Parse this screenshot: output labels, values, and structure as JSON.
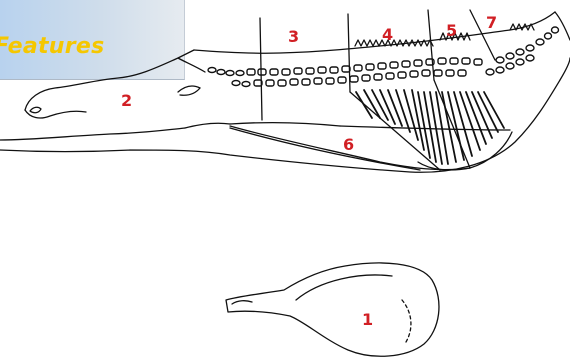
{
  "banner": {
    "title": "Features"
  },
  "labels": {
    "l1": "1",
    "l2": "2",
    "l3": "3",
    "l4": "4",
    "l5": "5",
    "l6": "6",
    "l7": "7"
  }
}
